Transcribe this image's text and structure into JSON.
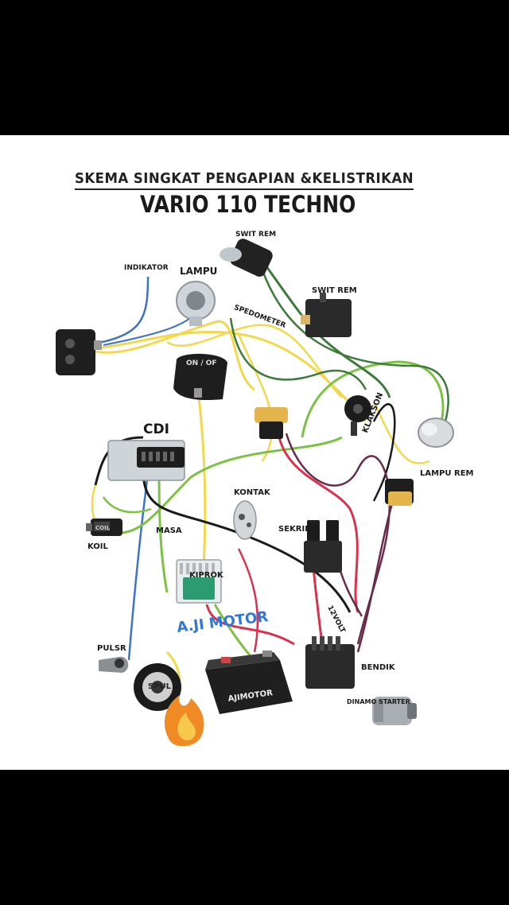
{
  "title": "SKEMA SINGKAT PENGAPIAN &KELISTRIKAN",
  "subtitle": "VARIO 110 TECHNO",
  "watermark": "A.JI MOTOR",
  "battery_label": "AJIMOTOR",
  "labels": {
    "swit_rem_top": "SWIT REM",
    "indikator": "INDIKATOR",
    "lampu": "LAMPU",
    "spedometer": "SPEDOMETER",
    "swit_rem_right": "SWIT REM",
    "on_of": "ON / OF",
    "cdi": "CDI",
    "klakson": "KLAKSON",
    "lampu_rem": "LAMPU REM",
    "kontak": "KONTAK",
    "sekring": "SEKRING",
    "koil": "KOIL",
    "masa": "MASA",
    "kiprok": "KIPROK",
    "volt": "12VOLT",
    "pulsr": "PULSR",
    "spul": "SPUL",
    "bendik": "BENDIK",
    "dinamo": "DINAMO STARTER",
    "coil_body": "COIL"
  },
  "colors": {
    "black_wire": "#1a1a1a",
    "yellow_wire": "#f2d84a",
    "green_wire": "#7cc242",
    "red_wire": "#d8324d",
    "blue_wire": "#3d73c4",
    "dark_green_wire": "#3d7a3a",
    "purple_wire": "#6a2a4a",
    "watermark": "#2f78d8"
  }
}
